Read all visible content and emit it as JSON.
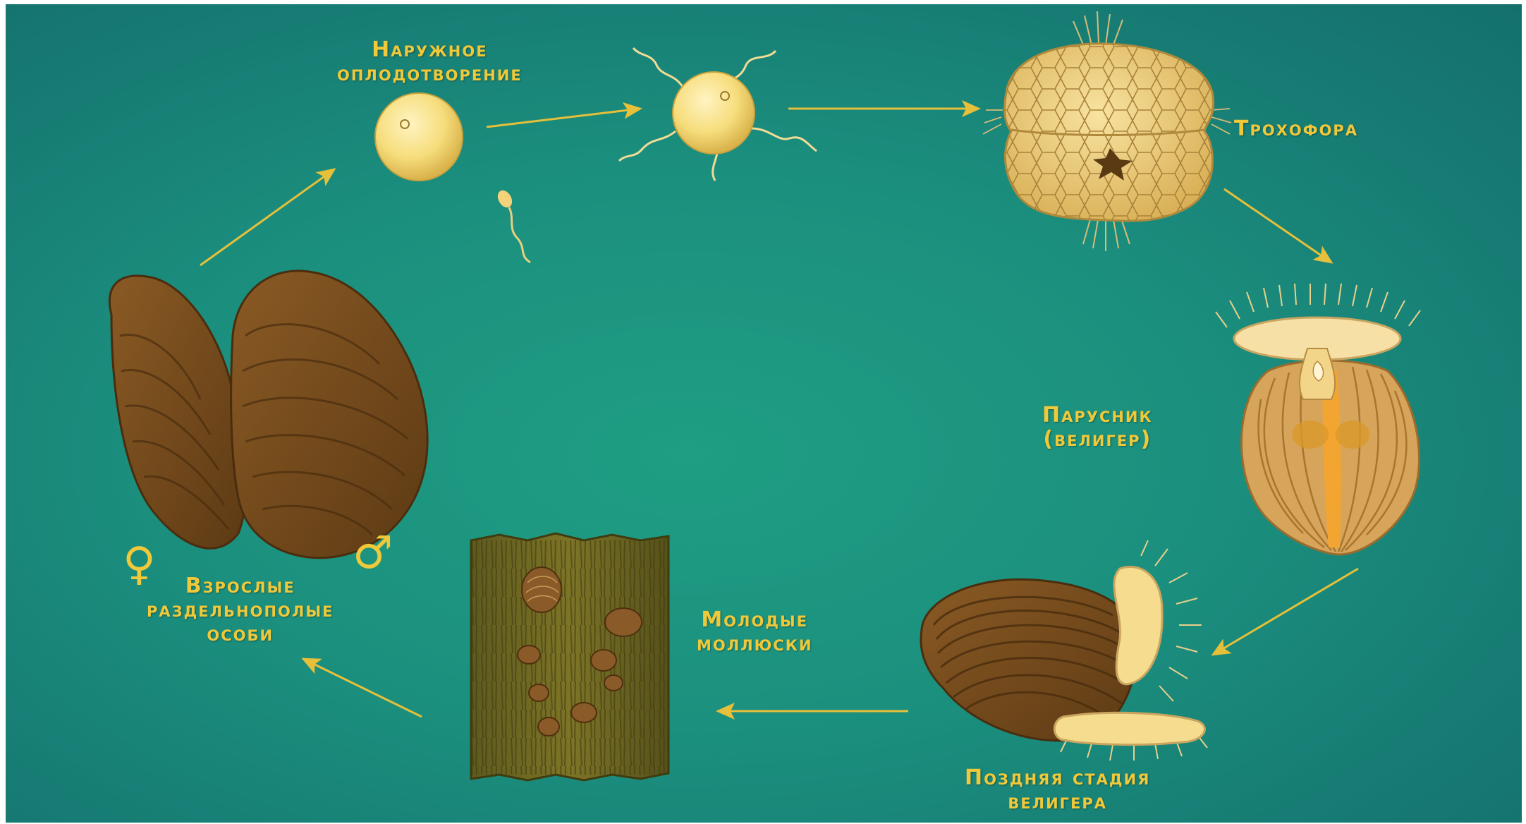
{
  "colors": {
    "background": "#1b8f7e",
    "label": "#f0c93a",
    "arrow": "#e6c03a",
    "shell_brown": "#7a4e1d",
    "larva_cream": "#f3d98a",
    "egg_yellow": "#f6dd7c"
  },
  "labels": {
    "fertilization": [
      "Наружное",
      "оплодотворение"
    ],
    "trochophore": "Трохофора",
    "veliger": [
      "Парусник",
      "(велигер)"
    ],
    "late_veliger": [
      "Поздняя стадия",
      "велигера"
    ],
    "juveniles": [
      "Молодые",
      "моллюски"
    ],
    "adults": [
      "Взрослые",
      "раздельнополые",
      "особи"
    ]
  },
  "symbols": {
    "female": "♀",
    "male": "♂"
  }
}
